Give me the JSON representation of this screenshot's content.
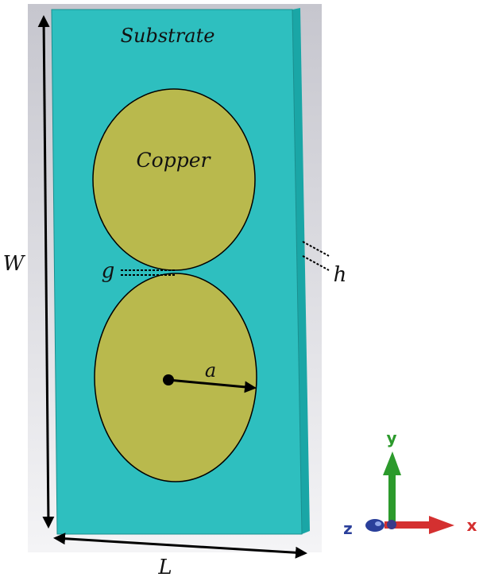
{
  "labels": {
    "substrate": "Substrate",
    "copper": "Copper",
    "W": "W",
    "L": "L",
    "g": "g",
    "h": "h",
    "a": "a"
  },
  "axes": {
    "x": "x",
    "y": "y",
    "z": "z"
  },
  "colors": {
    "background_gradient": [
      "#c6c6ce",
      "#f4f4f6"
    ],
    "substrate_face": "#2ebfbf",
    "substrate_edge": "#1aa6a6",
    "copper": "#b9b94d",
    "x_axis": "#d43030",
    "y_axis": "#2c9a2c",
    "z_axis": "#2a3f9a"
  }
}
